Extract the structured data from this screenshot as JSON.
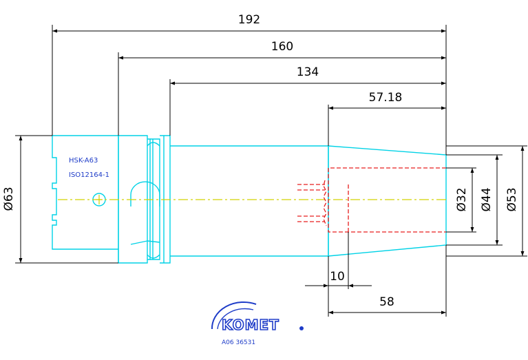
{
  "colors": {
    "outline": "#00d2e6",
    "centerline": "#d2d200",
    "hidden": "#e61e1e",
    "dimension": "#000000",
    "brand": "#1e3cc8"
  },
  "dimensions": {
    "d192": "192",
    "d160": "160",
    "d134": "134",
    "d5718": "57.18",
    "d10": "10",
    "d58": "58",
    "dia63": "Ø63",
    "dia32": "Ø32",
    "dia44": "Ø44",
    "dia53": "Ø53"
  },
  "labels": {
    "interface": "HSK-A63",
    "standard": "ISO12164-1"
  },
  "logo": {
    "brand": "KOMET",
    "article": "A06 36531"
  }
}
